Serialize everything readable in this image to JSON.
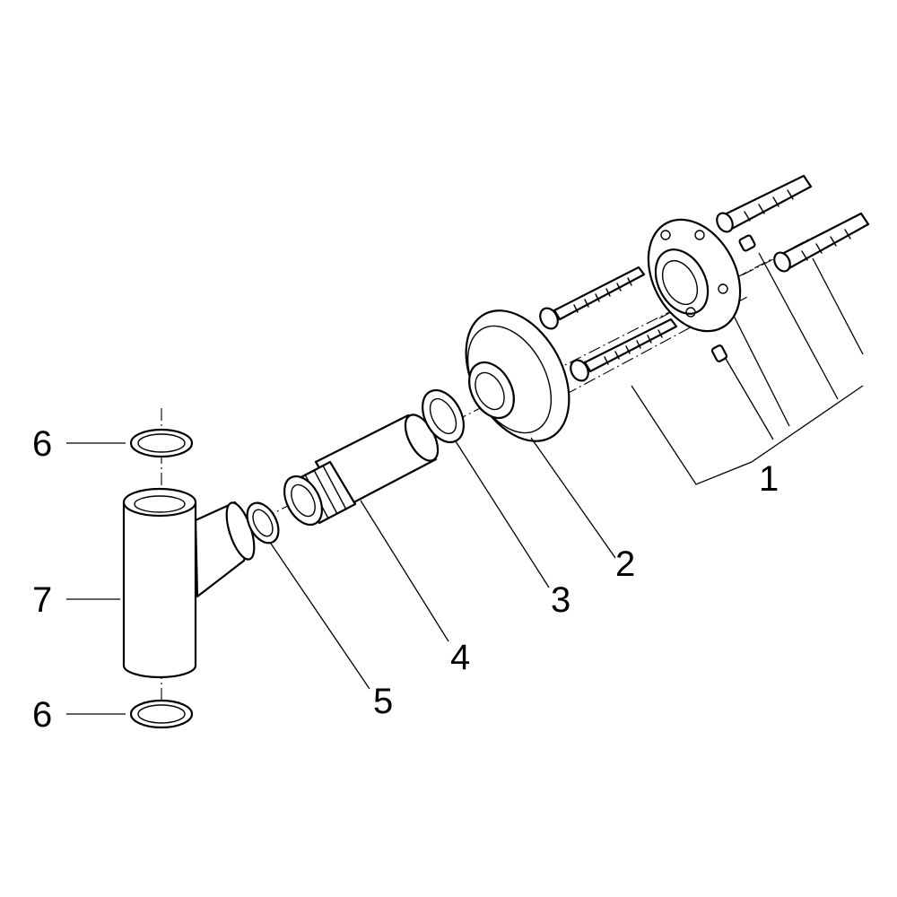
{
  "diagram": {
    "callouts": [
      {
        "id": "c1",
        "label": "1"
      },
      {
        "id": "c2",
        "label": "2"
      },
      {
        "id": "c3",
        "label": "3"
      },
      {
        "id": "c4",
        "label": "4"
      },
      {
        "id": "c5",
        "label": "5"
      },
      {
        "id": "c6a",
        "label": "6"
      },
      {
        "id": "c6b",
        "label": "6"
      },
      {
        "id": "c7",
        "label": "7"
      }
    ]
  }
}
